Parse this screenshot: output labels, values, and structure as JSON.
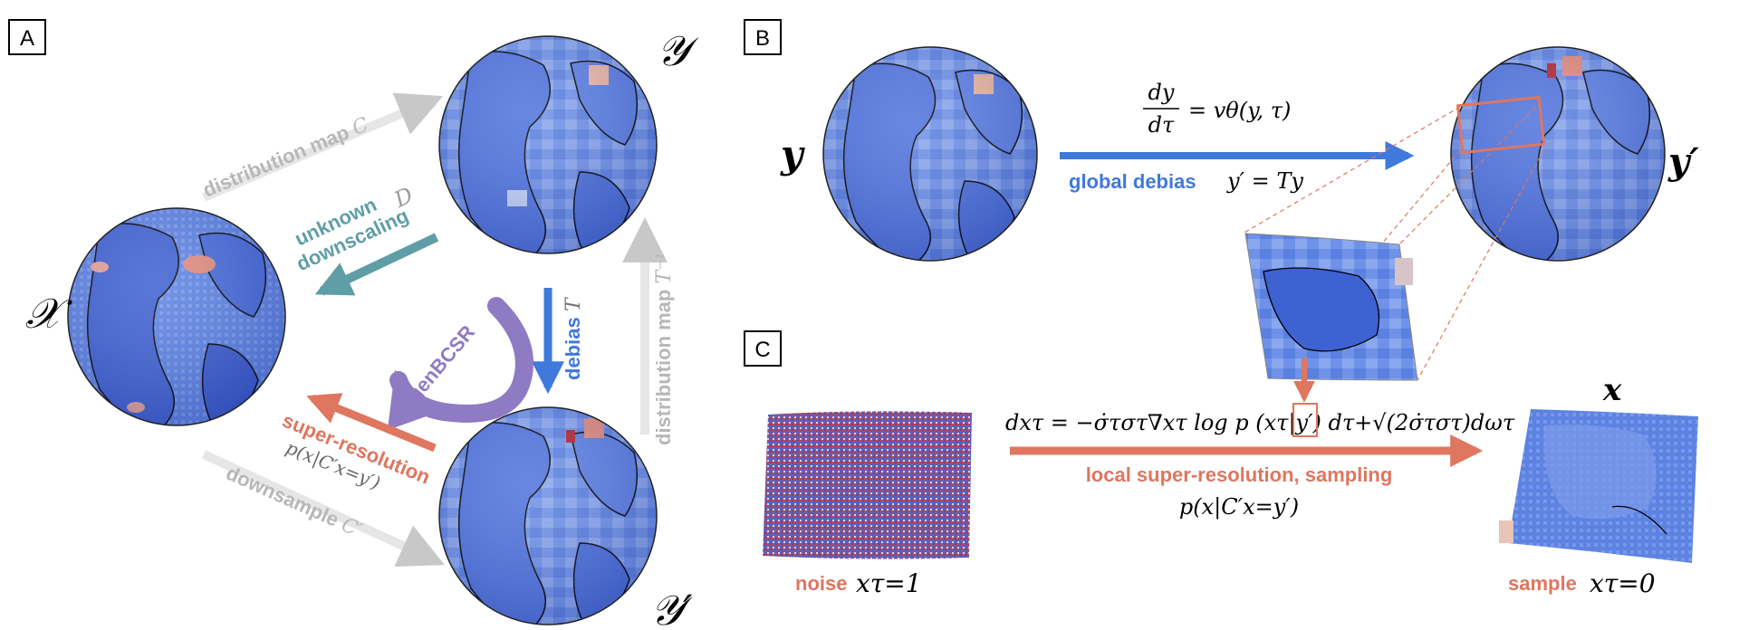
{
  "panels": {
    "a": "A",
    "b": "B",
    "c": "C"
  },
  "panel_a": {
    "space_x": "𝒳",
    "space_y": "𝒴",
    "space_y_prime": "𝒴′",
    "distribution_map_c": "distribution map",
    "distribution_map_c_sym": "C",
    "unknown": "unknown",
    "downscaling": "downscaling",
    "downscaling_sym": "D",
    "debias": "debias",
    "debias_sym": "T",
    "distribution_map_tinv": "distribution map",
    "distribution_map_tinv_sym": "T⁻¹",
    "genbcsr": "genBCSR",
    "super_resolution": "super-resolution",
    "super_resolution_formula": "p(x|C′x=y′)",
    "downsample": "downsample",
    "downsample_sym": "C′"
  },
  "panel_b": {
    "y": "y",
    "y_prime": "y′",
    "ode_lhs_num": "dy",
    "ode_lhs_den": "dτ",
    "ode_rhs": "= vθ(y, τ)",
    "global_debias": "global debias",
    "global_debias_formula": "y′ = Ty"
  },
  "panel_c": {
    "x": "x",
    "sde": "dxτ = −σ̇τστ∇xτ log p (xτ|y′)  dτ+√(2σ̇τστ)dωτ",
    "local_super_resolution": "local super-resolution, sampling",
    "local_formula": "p(x|C′x=y′)",
    "noise": "noise",
    "noise_sym": "xτ=1",
    "sample": "sample",
    "sample_sym": "xτ=0"
  },
  "colors": {
    "gray": "#b7b7b7",
    "teal": "#5f9ea6",
    "blue": "#3f79dc",
    "purple": "#8f7bc3",
    "salmon": "#de7660",
    "ocean": "#4166d6",
    "land": "#7f9ce6"
  }
}
